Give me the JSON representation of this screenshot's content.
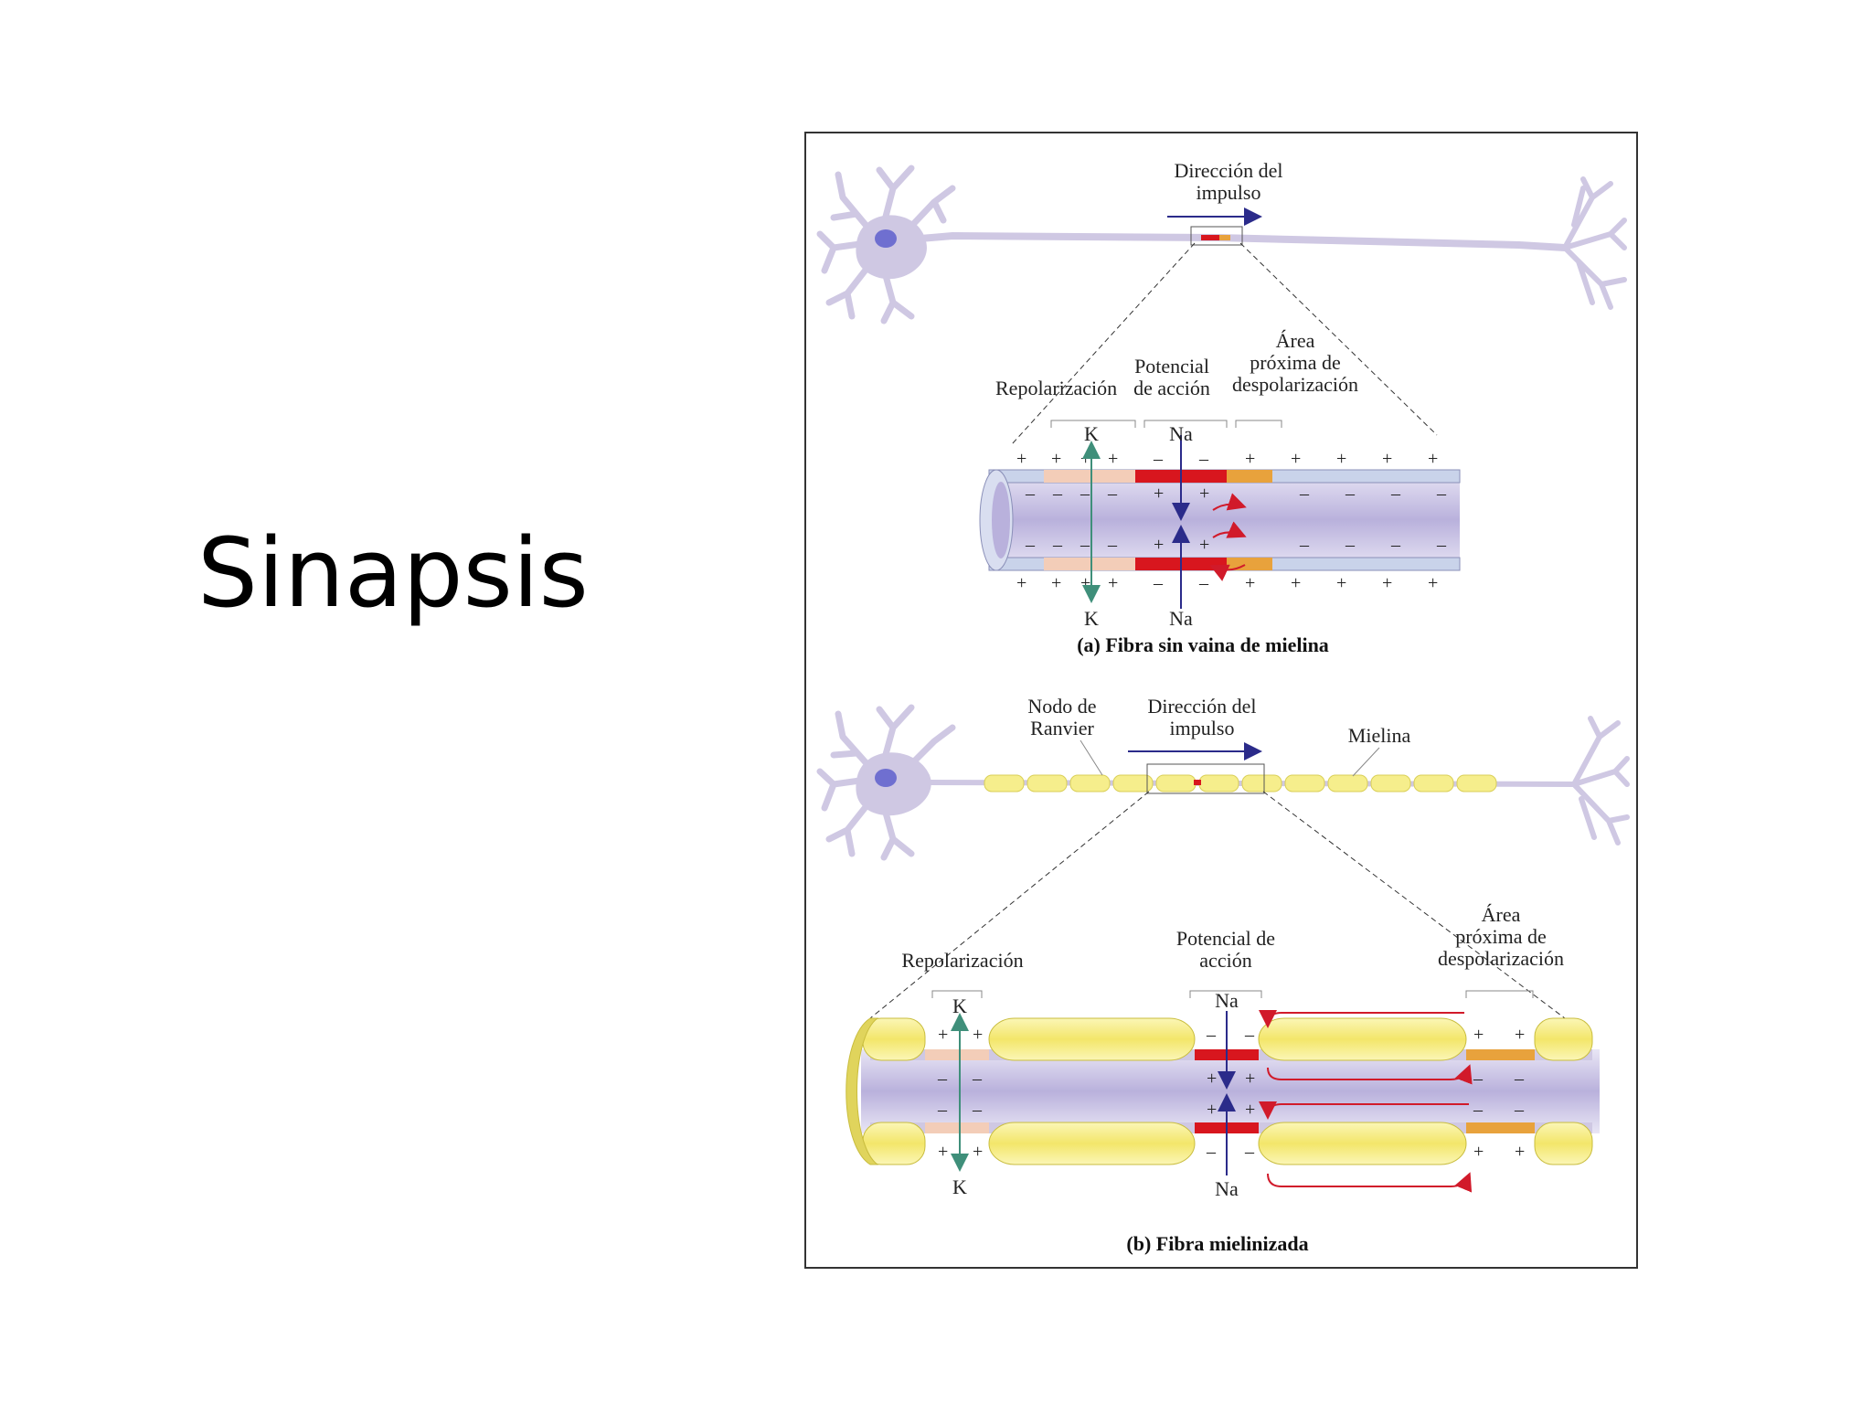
{
  "slide": {
    "title": "Sinapsis"
  },
  "figure": {
    "a": {
      "direction": [
        "Dirección del",
        "impulso"
      ],
      "repolarization": "Repolarización",
      "action_potential": [
        "Potencial",
        "de acción"
      ],
      "near_area": [
        "Área",
        "próxima de",
        "despolarización"
      ],
      "k_ion": "K",
      "na_ion": "Na",
      "caption": "(a) Fibra sin vaina de mielina"
    },
    "b": {
      "node": [
        "Nodo de",
        "Ranvier"
      ],
      "direction": [
        "Dirección del",
        "impulso"
      ],
      "myelin": "Mielina",
      "repolarization": "Repolarización",
      "action_potential": [
        "Potencial de",
        "acción"
      ],
      "near_area": [
        "Área",
        "próxima de",
        "despolarización"
      ],
      "k_ion": "K",
      "na_ion": "Na",
      "caption": "(b) Fibra mielinizada"
    },
    "colors": {
      "neuron": "#cfc8e3",
      "nucleus": "#6f6fd0",
      "axon_fill": "#cbc5e6",
      "action_potential": "#d8161e",
      "depolarization": "#e8a23c",
      "repolarization": "#f3cdb8",
      "myelin": "#f6ee8c",
      "k_arrow": "#3f8f7a",
      "na_arrow": "#2b2b8a",
      "current_arrow": "#d11a2a"
    }
  }
}
